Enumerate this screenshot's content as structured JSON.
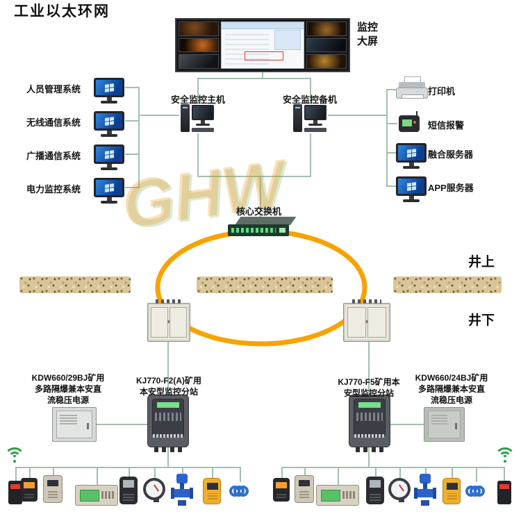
{
  "wall": {
    "label": "监控大屏"
  },
  "hosts": {
    "main_label": "安全监控主机",
    "backup_label": "安全监控备机"
  },
  "left_systems": [
    {
      "label": "人员管理系统",
      "icon": "monitor-icon"
    },
    {
      "label": "无线通信系统",
      "icon": "monitor-icon"
    },
    {
      "label": "广播通信系统",
      "icon": "monitor-icon"
    },
    {
      "label": "电力监控系统",
      "icon": "monitor-icon"
    }
  ],
  "right_systems": [
    {
      "label": "打印机",
      "icon": "printer-icon"
    },
    {
      "label": "短信报警",
      "icon": "sms-alarm-icon"
    },
    {
      "label": "融合服务器",
      "icon": "monitor-icon"
    },
    {
      "label": "APP服务器",
      "icon": "monitor-icon"
    }
  ],
  "network": {
    "core_switch_label": "核心交换机",
    "ring_label": "工业以太环网",
    "ring_color": "#F7A300",
    "line_color": "#A3BFAE"
  },
  "zones": {
    "surface": "井上",
    "underground": "井下"
  },
  "underground_devices": {
    "psu_left": {
      "line1": "KDW660/29BJ矿用",
      "line2": "多路隔爆兼本安直",
      "line3": "流稳压电源"
    },
    "substation_left": {
      "line1": "KJ770-F2(A)矿用",
      "line2": "本安型监控分站"
    },
    "substation_right": {
      "line1": "KJ770-F5矿用本",
      "line2": "安型监控分站"
    },
    "psu_right": {
      "line1": "KDW660/24BJ矿用",
      "line2": "多路隔爆兼本安直",
      "line3": "流稳压电源"
    }
  },
  "sensor_icons_left": [
    "wifi-antenna-icon",
    "card-reader-icon",
    "gas-sensor-icon",
    "substation-panel-icon",
    "handheld-detector-icon",
    "pressure-gauge-icon",
    "electric-valve-icon",
    "portable-alarm-icon",
    "signal-cable-icon"
  ],
  "sensor_icons_right": [
    "card-reader-icon",
    "gas-sensor-icon",
    "substation-panel-icon",
    "handheld-detector-icon",
    "pressure-gauge-icon",
    "electric-valve-icon",
    "portable-alarm-icon",
    "signal-cable-icon",
    "wifi-antenna-icon"
  ],
  "watermark": "GHW"
}
